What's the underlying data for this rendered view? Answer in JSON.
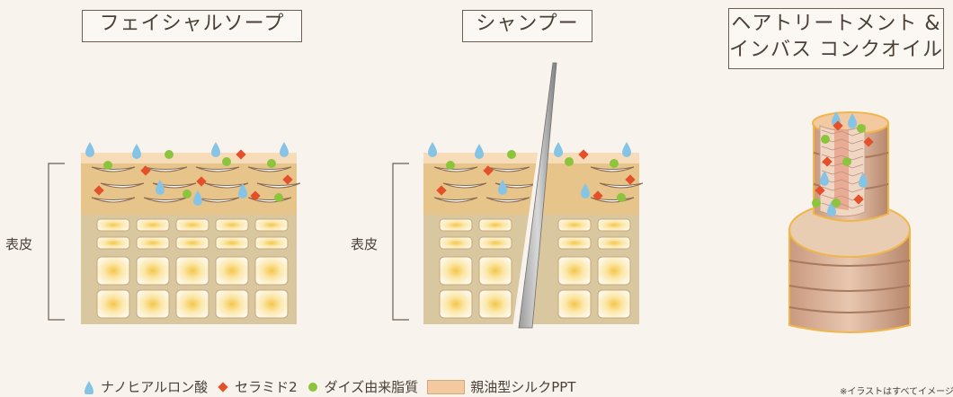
{
  "panels": [
    {
      "title": "フェイシャルソープ"
    },
    {
      "title": "シャンプー"
    },
    {
      "title_line1": "ヘアトリートメント &",
      "title_line2": "インバス コンクオイル"
    }
  ],
  "epidermis_label": "表皮",
  "legend": [
    {
      "label": "ナノヒアルロン酸",
      "icon": "droplet-icon",
      "color": "#86c4e6"
    },
    {
      "label": "セラミド2",
      "icon": "diamond-icon",
      "color": "#e4502a"
    },
    {
      "label": "ダイズ由来脂質",
      "icon": "dot-icon",
      "color": "#8cc43c"
    },
    {
      "label": "親油型シルクPPT",
      "icon": "swatch-icon",
      "color": "#f3c9a0"
    }
  ],
  "note": "※イラストはすべてイメージ"
}
